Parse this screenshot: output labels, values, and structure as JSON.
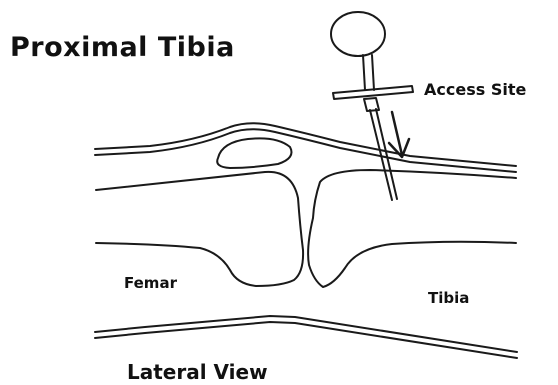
{
  "title": "Proximal Tibia",
  "labels": {
    "access_site": "Access Site",
    "femur": "Femar",
    "tibia": "Tibia",
    "view": "Lateral View"
  },
  "colors": {
    "line": "#1a1a1a",
    "background": "#ffffff"
  }
}
